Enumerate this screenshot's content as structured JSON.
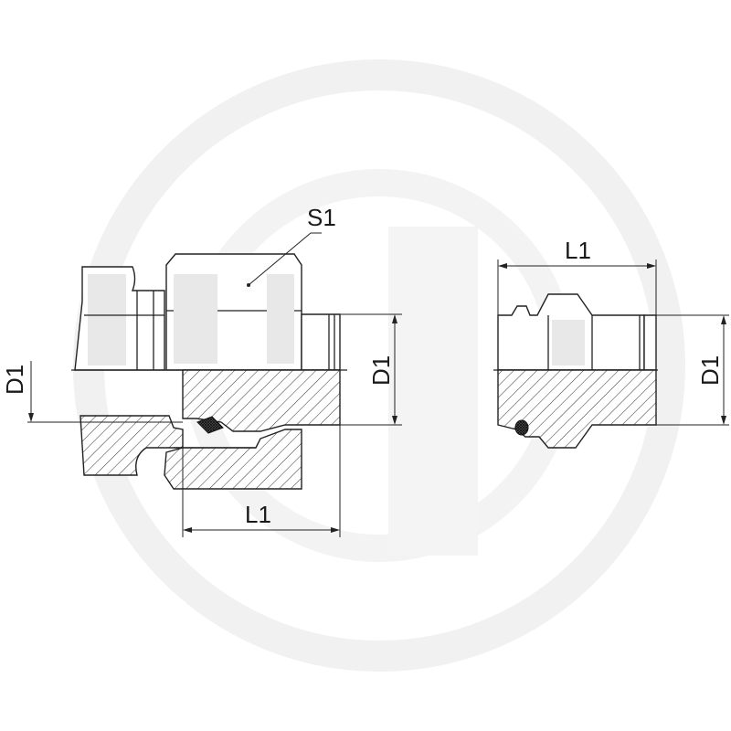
{
  "watermark": {
    "color": "#f1f1f1"
  },
  "labels": {
    "s1": "S1",
    "d1_left": "D1",
    "d1_mid": "D1",
    "l1_left": "L1",
    "l1_right": "L1",
    "d1_right": "D1"
  }
}
